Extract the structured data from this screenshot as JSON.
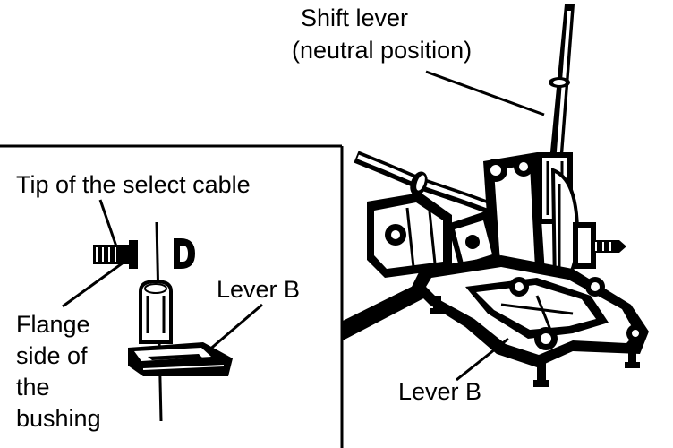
{
  "labels": {
    "shift_lever_line1": "Shift lever",
    "shift_lever_line2": "(neutral position)",
    "tip_select_cable": "Tip of the select cable",
    "lever_b_inset": "Lever B",
    "flange_line1": "Flange",
    "flange_line2": "side of",
    "flange_line3": "the",
    "flange_line4": "bushing",
    "lever_b_main": "Lever B"
  },
  "colors": {
    "ink": "#000000",
    "paper": "#ffffff"
  }
}
